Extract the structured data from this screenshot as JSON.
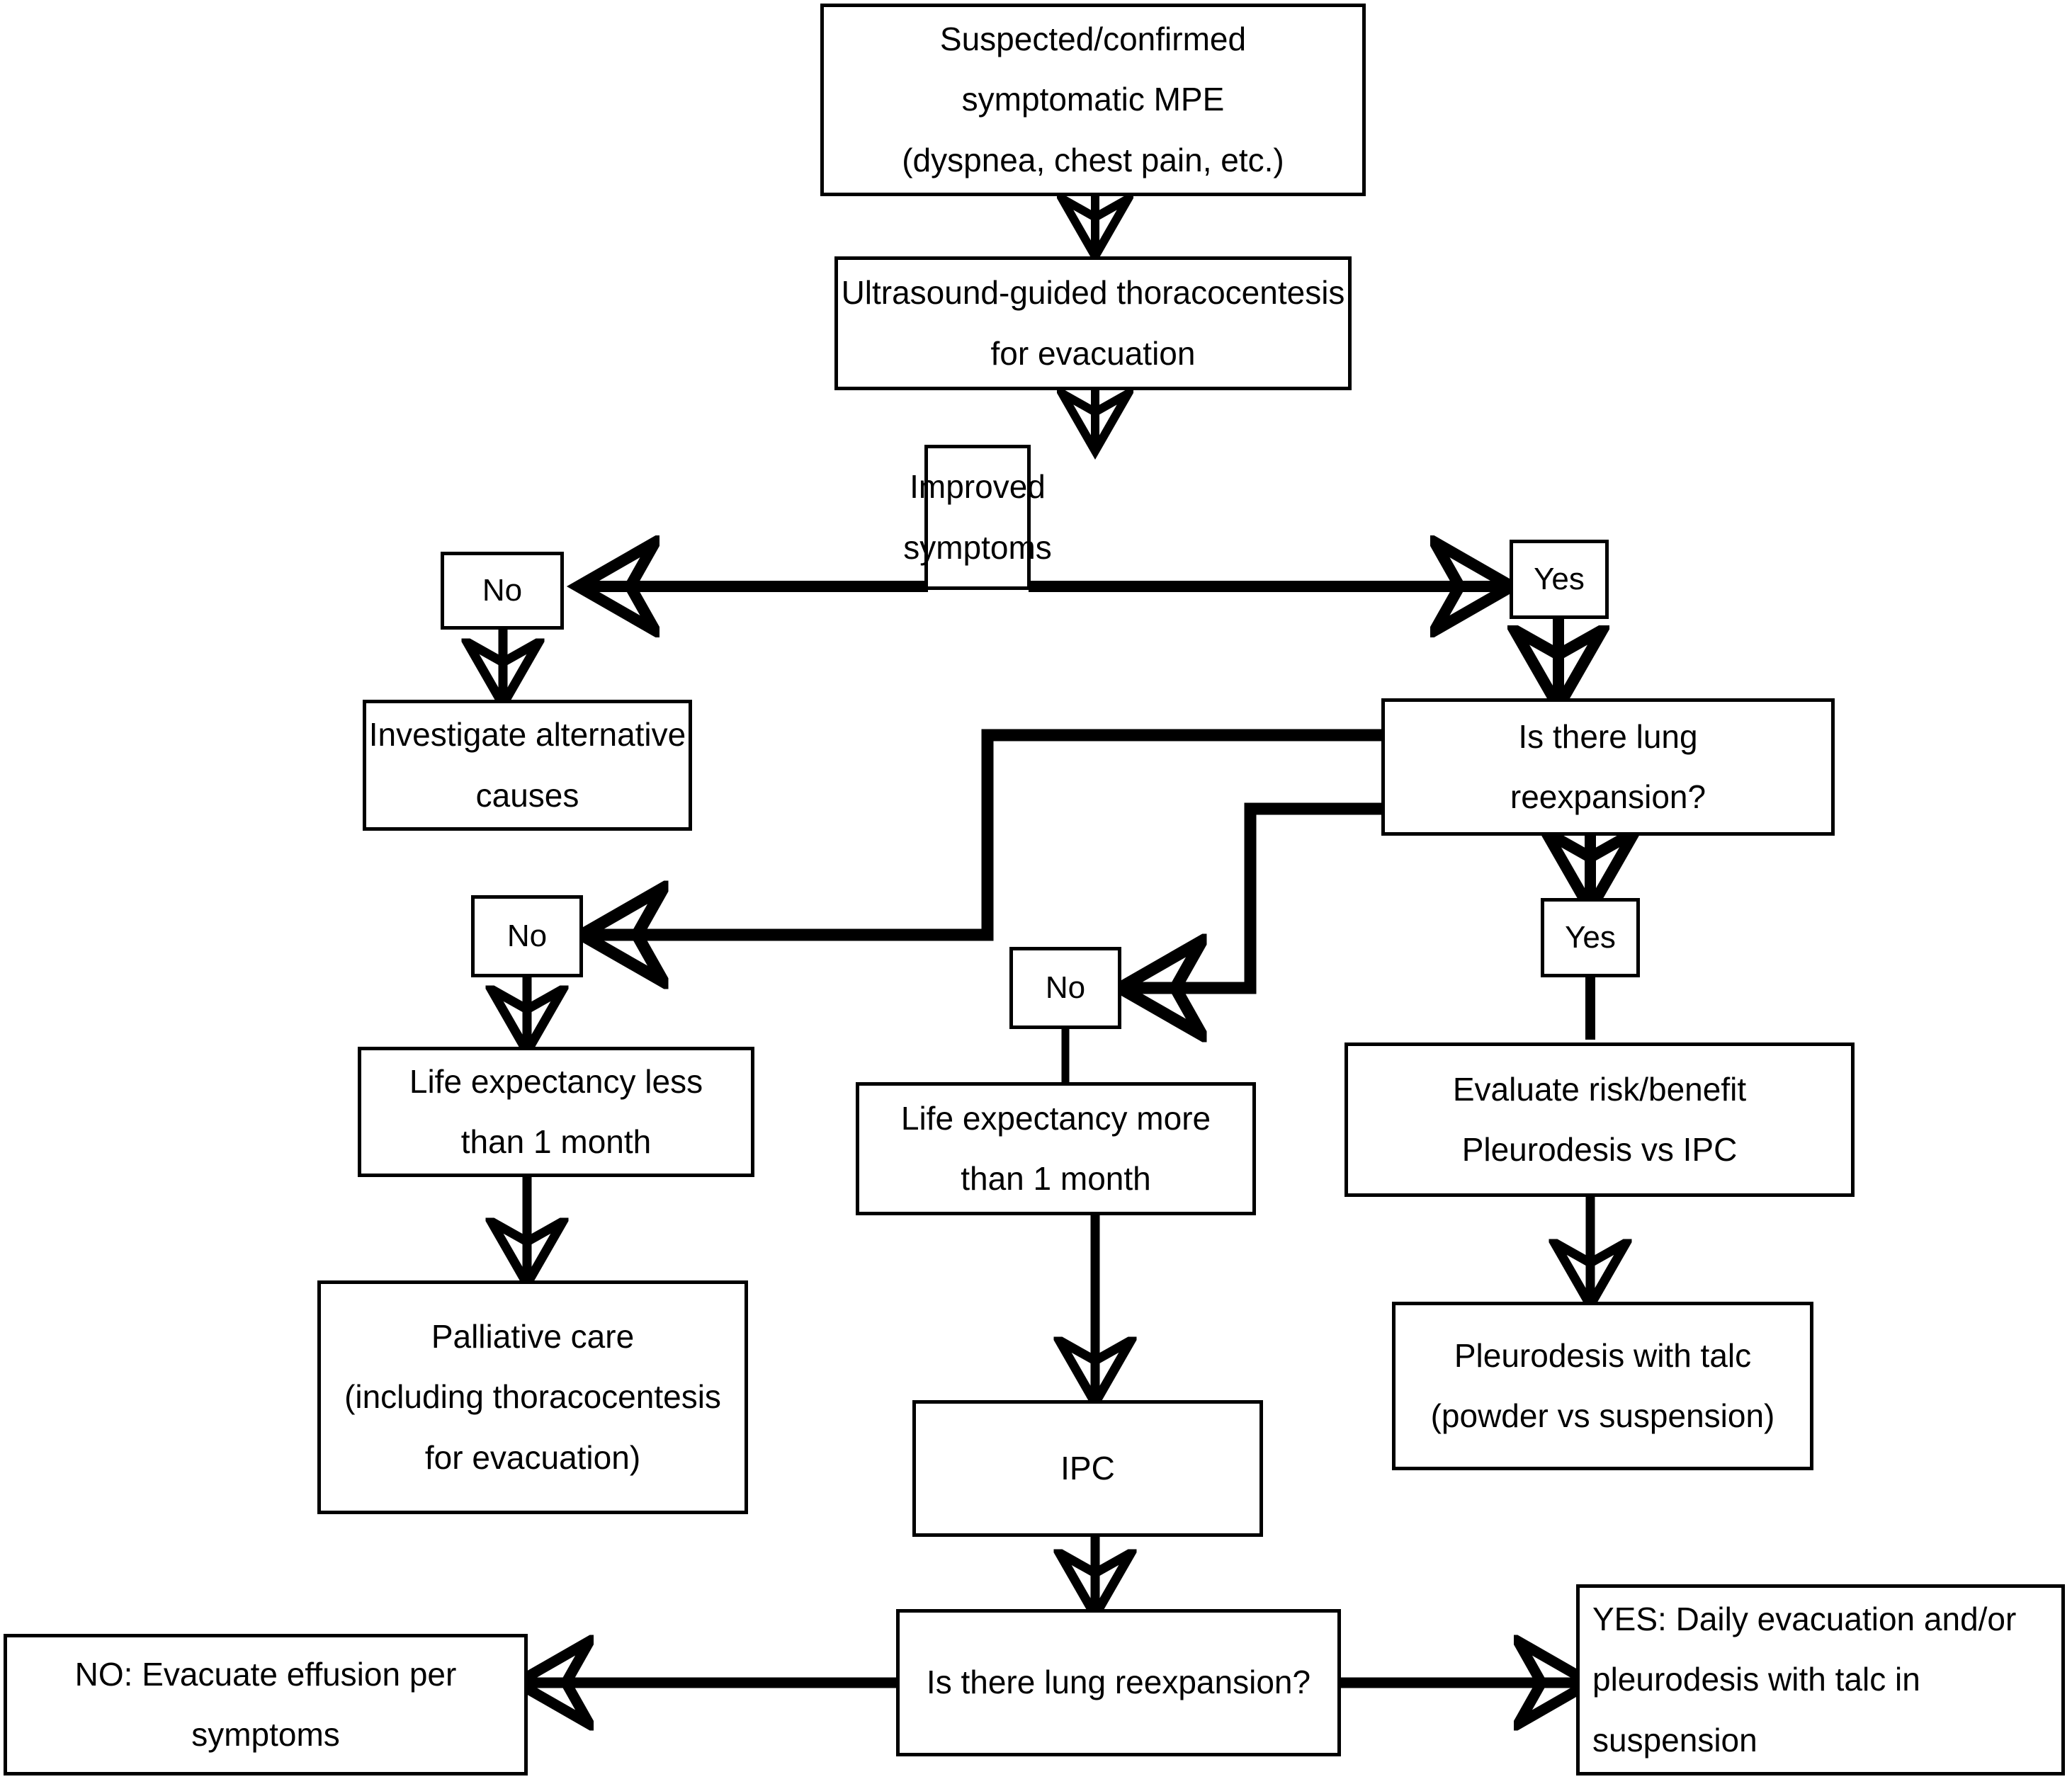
{
  "diagram": {
    "title": "Malignant pleural effusion (MPE) management algorithm",
    "line_color": "#000000",
    "box_fill": "#ffffff",
    "nodes": {
      "start": {
        "l1": "Suspected/confirmed",
        "l2": "symptomatic MPE",
        "l3": "(dyspnea, chest pain, etc.)"
      },
      "thoracocentesis": {
        "l1": "Ultrasound-guided thoracocentesis",
        "l2": "for evacuation"
      },
      "improved_symptoms": {
        "l1": "Improved",
        "l2": "symptoms"
      },
      "improved_no": {
        "l1": "No"
      },
      "improved_yes": {
        "l1": "Yes"
      },
      "investigate": {
        "l1": "Investigate alternative",
        "l2": "causes"
      },
      "lung_reexpansion_q": {
        "l1": "Is there lung",
        "l2": "reexpansion?"
      },
      "reexp_no_left": {
        "l1": "No"
      },
      "reexp_no_mid": {
        "l1": "No"
      },
      "reexp_yes": {
        "l1": "Yes"
      },
      "life_less": {
        "l1": "Life expectancy less",
        "l2": "than 1 month"
      },
      "life_more": {
        "l1": "Life expectancy more",
        "l2": "than 1 month"
      },
      "evaluate": {
        "l1": "Evaluate risk/benefit",
        "l2": "Pleurodesis vs IPC"
      },
      "palliative": {
        "l1": "Palliative care",
        "l2": "(including thoracocentesis",
        "l3": "for evacuation)"
      },
      "ipc": {
        "l1": "IPC"
      },
      "pleurodesis_talc": {
        "l1": "Pleurodesis with talc",
        "l2": "(powder vs suspension)"
      },
      "final_q": {
        "l1": "Is there lung reexpansion?"
      },
      "final_no": {
        "l1": "NO: Evacuate effusion per",
        "l2": "symptoms"
      },
      "final_yes": {
        "l1": "YES: Daily evacuation and/or",
        "l2": "pleurodesis with talc in",
        "l3": "suspension"
      }
    }
  }
}
